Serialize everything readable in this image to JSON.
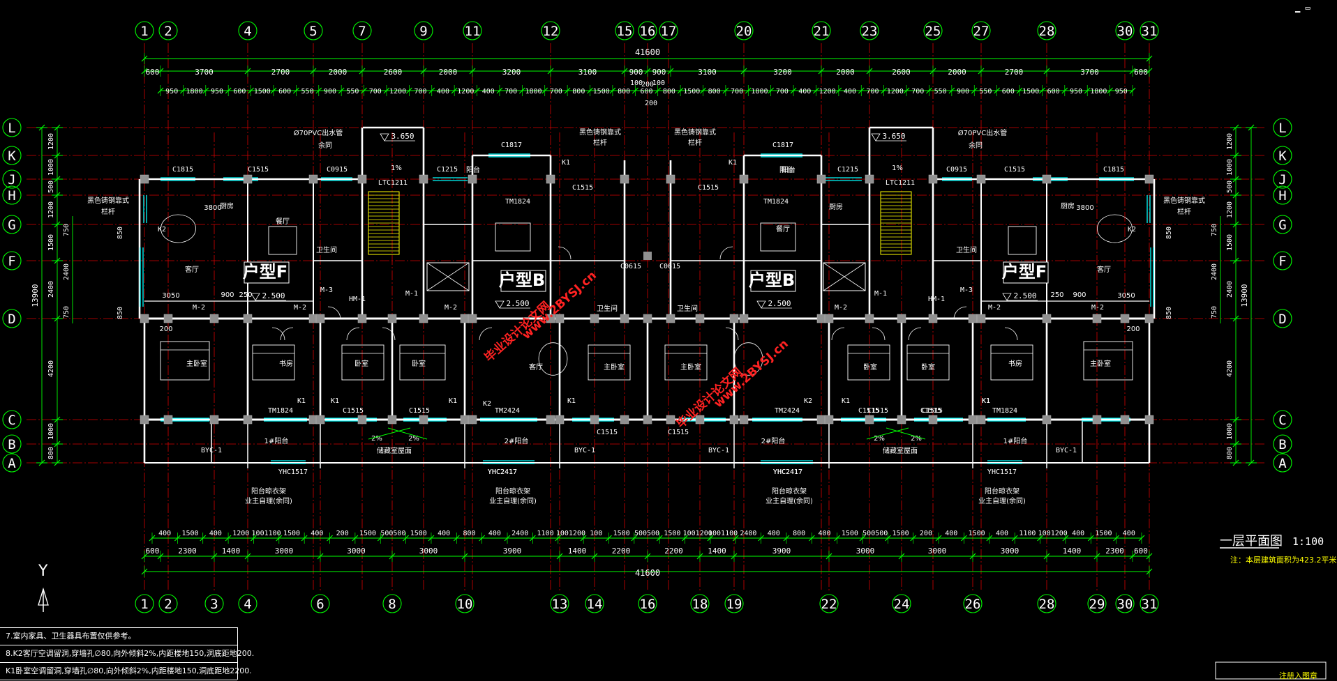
{
  "axes_top": [
    "1",
    "2",
    "4",
    "5",
    "7",
    "9",
    "11",
    "12",
    "15",
    "16",
    "17",
    "20",
    "21",
    "23",
    "25",
    "27",
    "28",
    "30",
    "31"
  ],
  "axes_bottom": [
    "1",
    "2",
    "3",
    "4",
    "6",
    "8",
    "10",
    "13",
    "14",
    "16",
    "18",
    "19",
    "22",
    "24",
    "26",
    "28",
    "29",
    "30",
    "31"
  ],
  "axes_rows": [
    "L",
    "K",
    "J",
    "H",
    "G",
    "F",
    "D",
    "C",
    "B",
    "A"
  ],
  "overall_dim": "41600",
  "depth_dim": "13900",
  "top_dims_1": [
    "600",
    "3700",
    "2700",
    "2000",
    "2600",
    "2000",
    "3200",
    "3100",
    "900",
    "900",
    "3100",
    "3200",
    "2000",
    "2600",
    "2000",
    "2700",
    "3700",
    "600"
  ],
  "top_dims_2": [
    "950",
    "1800",
    "950",
    "600",
    "1500",
    "600",
    "550",
    "900",
    "550",
    "700",
    "1200",
    "700",
    "400",
    "1200",
    "400",
    "700",
    "1800",
    "700",
    "800",
    "1500",
    "800",
    "600",
    "800",
    "1500",
    "800",
    "700",
    "1800",
    "700",
    "400",
    "1200",
    "400",
    "700",
    "1200",
    "700",
    "550",
    "900",
    "550",
    "600",
    "1500",
    "600",
    "950",
    "1800",
    "950"
  ],
  "top_mid_labels": [
    "100",
    "200",
    "100",
    "200"
  ],
  "bottom_dims_1": [
    "400",
    "1500",
    "400",
    "1200",
    "1001100",
    "1500",
    "400",
    "200",
    "1500",
    "500500",
    "1500",
    "400",
    "800",
    "400",
    "2400",
    "1100",
    "1001200",
    "100",
    "1500",
    "500500",
    "1500",
    "1001200",
    "1001100",
    "2400",
    "400",
    "800",
    "400",
    "1500",
    "500500",
    "1500",
    "200",
    "400",
    "1500",
    "400",
    "1100",
    "1001200",
    "400",
    "1500",
    "400"
  ],
  "bottom_dims_2": [
    "600",
    "2300",
    "1400",
    "3000",
    "3000",
    "3000",
    "3900",
    "1400",
    "2200",
    "2200",
    "1400",
    "3900",
    "3000",
    "3000",
    "3000",
    "1400",
    "2300",
    "600"
  ],
  "left_dims": [
    "1200",
    "1000",
    "500",
    "1200",
    "1500",
    "2400",
    "2400",
    "750",
    "850",
    "750",
    "850",
    "4200",
    "1000",
    "800"
  ],
  "right_dims": [
    "1200",
    "1000",
    "500",
    "1200",
    "1500",
    "2400",
    "2400",
    "750",
    "850",
    "750",
    "850",
    "4200",
    "1000",
    "800"
  ],
  "unit_labels": [
    "户型F",
    "户型B",
    "户型B",
    "户型F"
  ],
  "room_labels": [
    "厨房",
    "餐厅",
    "客厅",
    "卫生间",
    "主卧室",
    "书房",
    "卧室",
    "卧室",
    "客厅",
    "阳台",
    "阳台",
    "卫生间",
    "主卧室",
    "主卧室",
    "卫生间",
    "卧室",
    "卧室",
    "书房",
    "主卧室",
    "厨房",
    "餐厅",
    "客厅",
    "卫生间",
    "阳台",
    "厨房"
  ],
  "tags_left": [
    "C1815",
    "C1515",
    "C0915",
    "LTC1211",
    "C1215",
    "C1817",
    "TM1824",
    "C1515",
    "K1",
    "K2",
    "M-2",
    "M-2",
    "M-3",
    "HM-1",
    "M-1",
    "M-2",
    "C0615",
    "TM1824",
    "K1",
    "K1",
    "C1515",
    "C1515",
    "K1",
    "K2",
    "TM2424",
    "K1",
    "C1515",
    "C1515",
    "BYC-1",
    "BYC-1",
    "YHC1517",
    "YHC2417",
    "YHC2417"
  ],
  "tags_right": [
    "C1817",
    "C1215",
    "LTC1211",
    "C0915",
    "C1515",
    "C1815",
    "TM1824",
    "C1515",
    "K1",
    "K2",
    "M-2",
    "M-2",
    "M-3",
    "HM-1",
    "M-1",
    "M-2",
    "C0615",
    "TM2424",
    "K2",
    "K1",
    "C1515",
    "C1515",
    "K1",
    "TM1824",
    "K1",
    "C1515",
    "C1515",
    "BYC-1",
    "BYC-1",
    "YHC2417",
    "YHC1517",
    "YHC2417"
  ],
  "levels": [
    "3.650",
    "3.650",
    "2.500",
    "2.500",
    "2.500",
    "2.500"
  ],
  "misc_texts": [
    "Ø70PVC出水管",
    "余同",
    "Ø70PVC出水管",
    "余同",
    "黑色铸钢靠式",
    "栏杆",
    "黑色铸钢靠式",
    "栏杆",
    "黑色铸钢靠式",
    "栏杆",
    "黑色铸钢靠式",
    "栏杆",
    "1%",
    "1%",
    "2%",
    "2%",
    "2%",
    "2%",
    "1#阳台",
    "2#阳台",
    "2#阳台",
    "1#阳台",
    "储藏室屋面",
    "储藏室屋面",
    "阳台晾衣架",
    "业主自理(余同)",
    "阳台晾衣架",
    "业主自理(余同)",
    "阳台晾衣架",
    "业主自理(余同)",
    "阳台晾衣架",
    "业主自理(余同)",
    "3800",
    "3800",
    "3050",
    "3050",
    "900",
    "250",
    "250",
    "900",
    "200",
    "200"
  ],
  "watermarks": [
    "毕业设计论文网",
    "www.2BYSJ.cn",
    "毕业设计论文网",
    "www.2BYSJ.cn"
  ],
  "ucs_label": "Y",
  "title": "一层平面图",
  "scale": "1:100",
  "title_note": "注：本层建筑面积为423.2平米",
  "notes": [
    "7.室内家具、卫生器具布置仅供参考。",
    "8.K2客厅空调留洞,穿墙孔∅80,向外倾斜2%,内距楼地150,洞底距地200.",
    "K1卧室空调留洞,穿墙孔∅80,向外倾斜2%,内距楼地150,洞底距地2200."
  ],
  "corner_note": "注册入图章",
  "window_control": "▁ ▭",
  "colors": {
    "background": "#000000",
    "axis_line": "#d80000",
    "dim_line": "#00ff00",
    "wall": "#ffffff",
    "text": "#ffffff",
    "window": "#00ffff",
    "column": "#909090",
    "watermark": "#ff2222",
    "label_yellow": "#ffff00"
  }
}
